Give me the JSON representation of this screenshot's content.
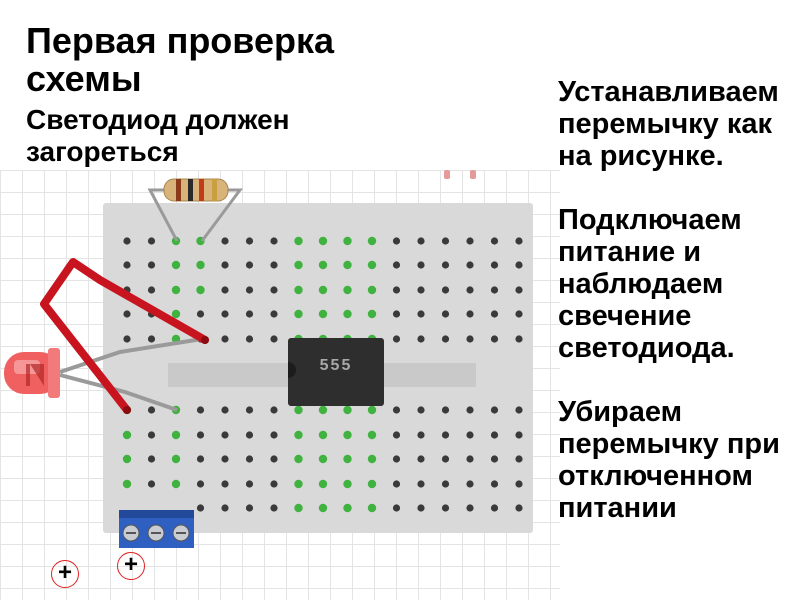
{
  "slide": {
    "title": "Первая проверка схемы",
    "subtitle": "Светодиод должен загореться",
    "steps": [
      "Устанавливаем перемычку как на рисунке.",
      "Подключаем питание и наблюдаем свечение светодиода.",
      "Убираем перемычку при отключенном питании"
    ]
  },
  "circuit": {
    "chip_label": "555",
    "power_markers": [
      "+",
      "+"
    ],
    "colors": {
      "breadboard": "#d9d9d9",
      "hole": "#3a3a3a",
      "connected_hole": "#3fb23f",
      "jumper_wire": "#c8141e",
      "led": "#f06060",
      "chip": "#2e2e2e",
      "terminal_block": "#2f5fc0",
      "marker_circle": "#e02020"
    }
  }
}
